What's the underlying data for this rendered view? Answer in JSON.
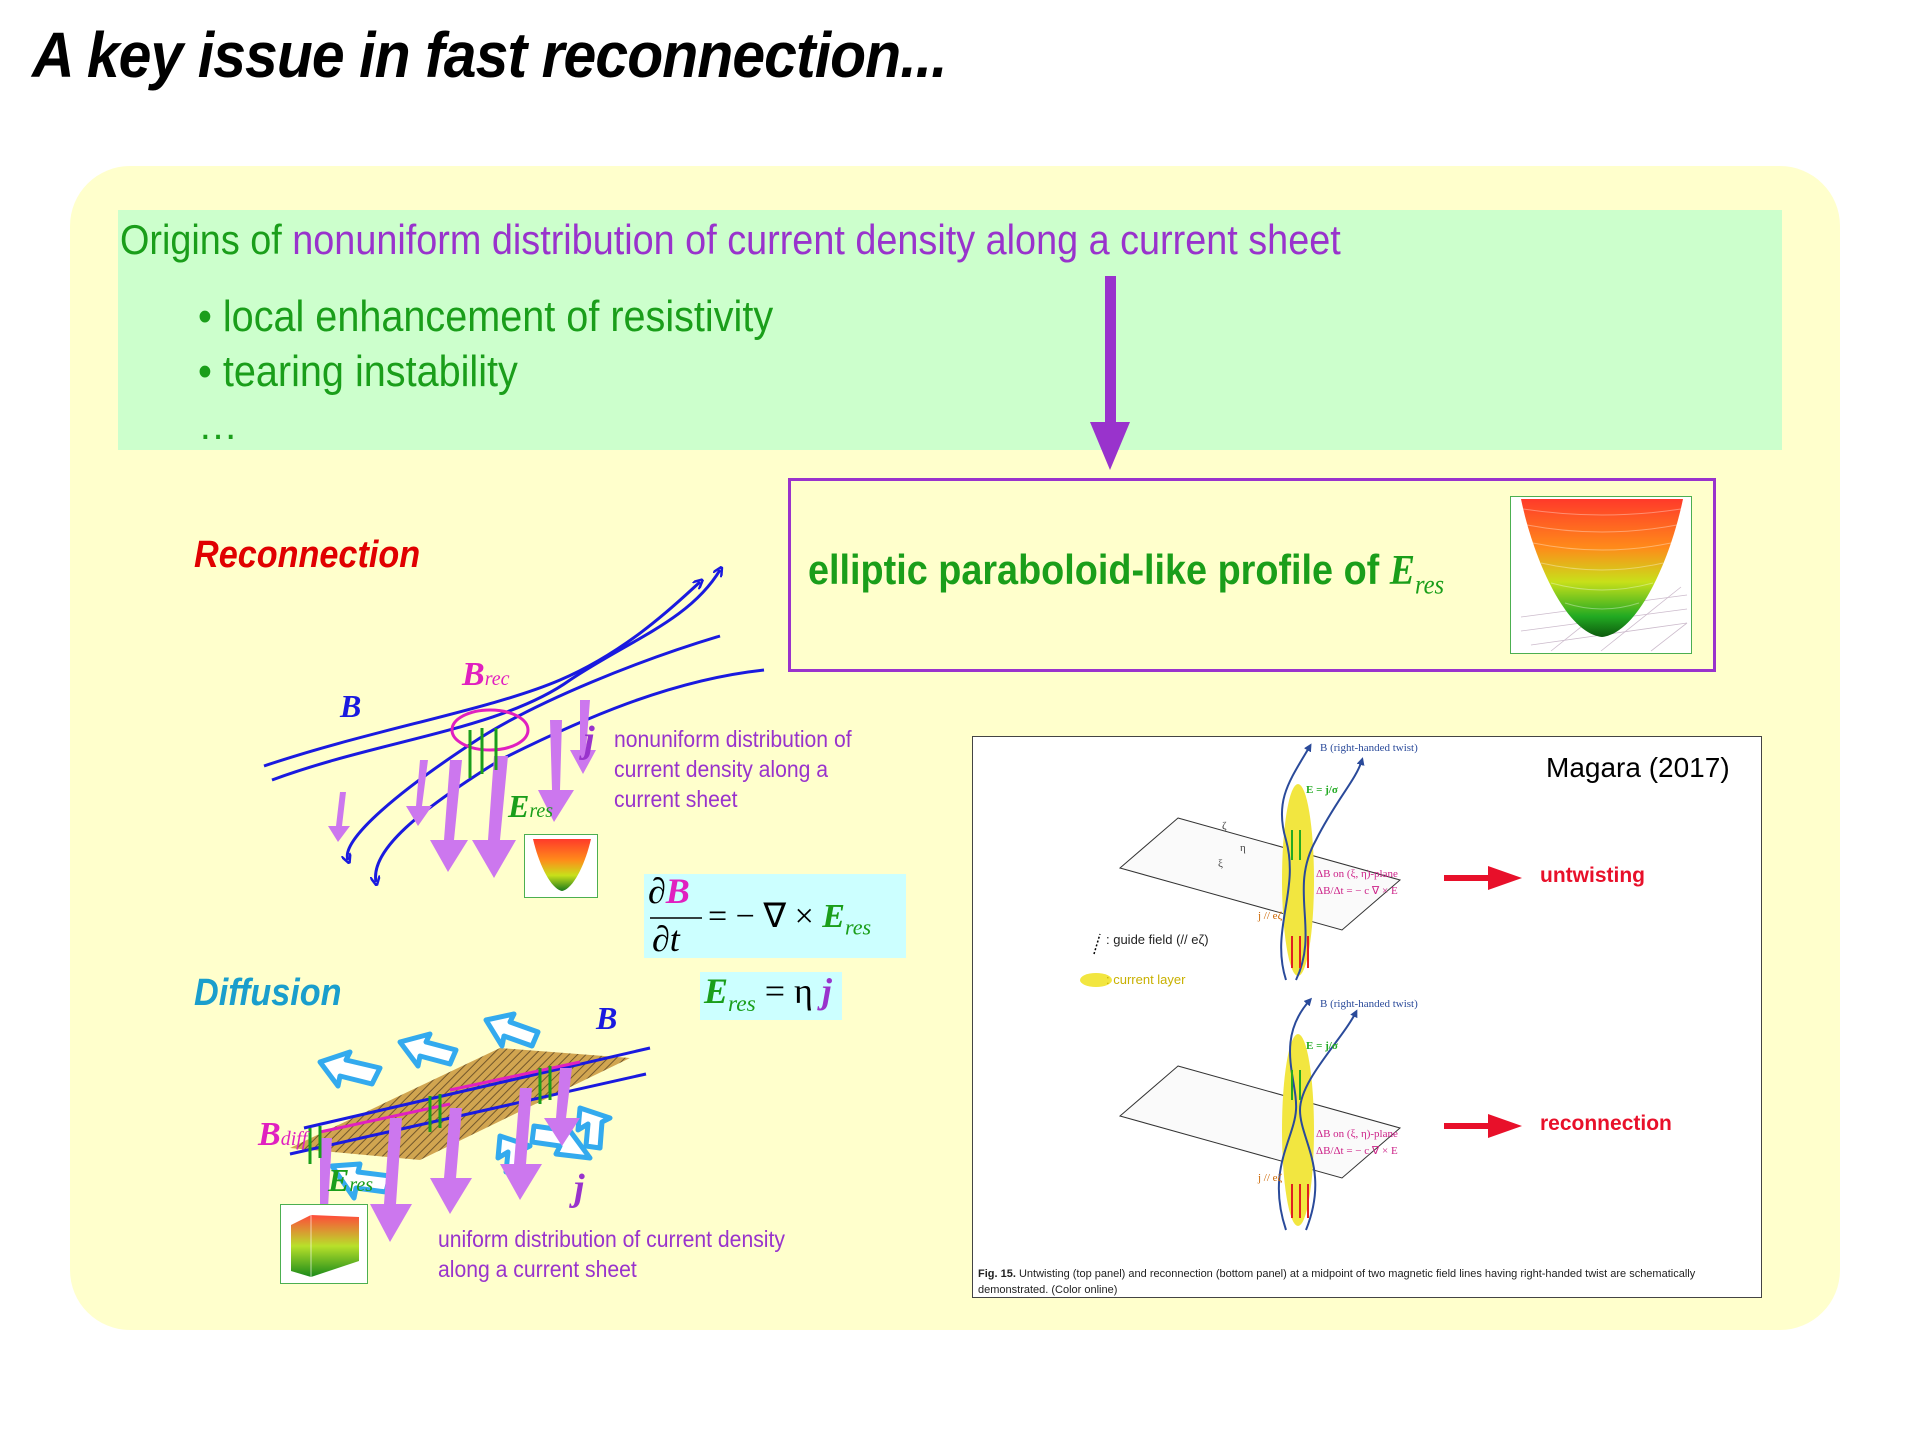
{
  "title": "A key issue in fast reconnection...",
  "origins": {
    "prefix": "Origins of ",
    "highlight": "nonuniform distribution of current density along a current sheet",
    "bullets": [
      "• local enhancement of resistivity",
      "• tearing instability"
    ],
    "ellipsis": "…"
  },
  "profile": {
    "text": "elliptic paraboloid-like profile of ",
    "symbol": "E",
    "subscript": "res"
  },
  "reconnection": {
    "label": "Reconnection",
    "B": "B",
    "Brec_main": "B",
    "Brec_sub": "rec",
    "j": "j",
    "E": "E",
    "E_sub": "res",
    "note": [
      "nonuniform distribution of",
      "current density along a",
      "current sheet"
    ]
  },
  "diffusion": {
    "label": "Diffusion",
    "B": "B",
    "Bdiff_main": "B",
    "Bdiff_sub": "diff",
    "j": "j",
    "E": "E",
    "E_sub": "res",
    "note": [
      "uniform distribution of current density",
      "along a current sheet"
    ]
  },
  "equations": {
    "eq1_num": "∂B",
    "eq1_den": "∂t",
    "eq1_rhs": "= − ∇ × ",
    "eq1_E": "E",
    "eq1_sub": "res",
    "eq2_E": "E",
    "eq2_sub": "res",
    "eq2_rhs": " = η ",
    "eq2_j": "j"
  },
  "figure": {
    "citation": "Magara (2017)",
    "top_twist": "B (right-handed twist)",
    "bottom_twist": "B (right-handed twist)",
    "untwisting": "untwisting",
    "reconnection": "reconnection",
    "guide": ": guide field (// e",
    "guide_sub": "ζ",
    "guide_end": ")",
    "current_layer": ": current layer",
    "plane_label": "ΔB on (ξ, η)-plane",
    "eq_label": "ΔB/Δt = − c ∇ × E",
    "e_label": "E = j/σ",
    "j_label": "j // e",
    "j_label_sub": "ζ",
    "eta": "η",
    "xi": "ξ",
    "zeta": "ζ",
    "caption_bold": "Fig. 15.",
    "caption_text": " Untwisting (top panel) and reconnection (bottom panel) at a midpoint of two magnetic field lines having right-handed twist are schematically demonstrated. (Color online)"
  },
  "colors": {
    "panel": "#ffffcc",
    "origins_bg": "#ccffcc",
    "green": "#1a9e1a",
    "purple": "#9933cc",
    "red": "#e00000",
    "cyan_text": "#1a9ecc",
    "field_blue": "#1a1adf",
    "arrow_violet": "#cc77ee",
    "light_blue": "#55bbff",
    "fig_red": "#e8102a"
  }
}
